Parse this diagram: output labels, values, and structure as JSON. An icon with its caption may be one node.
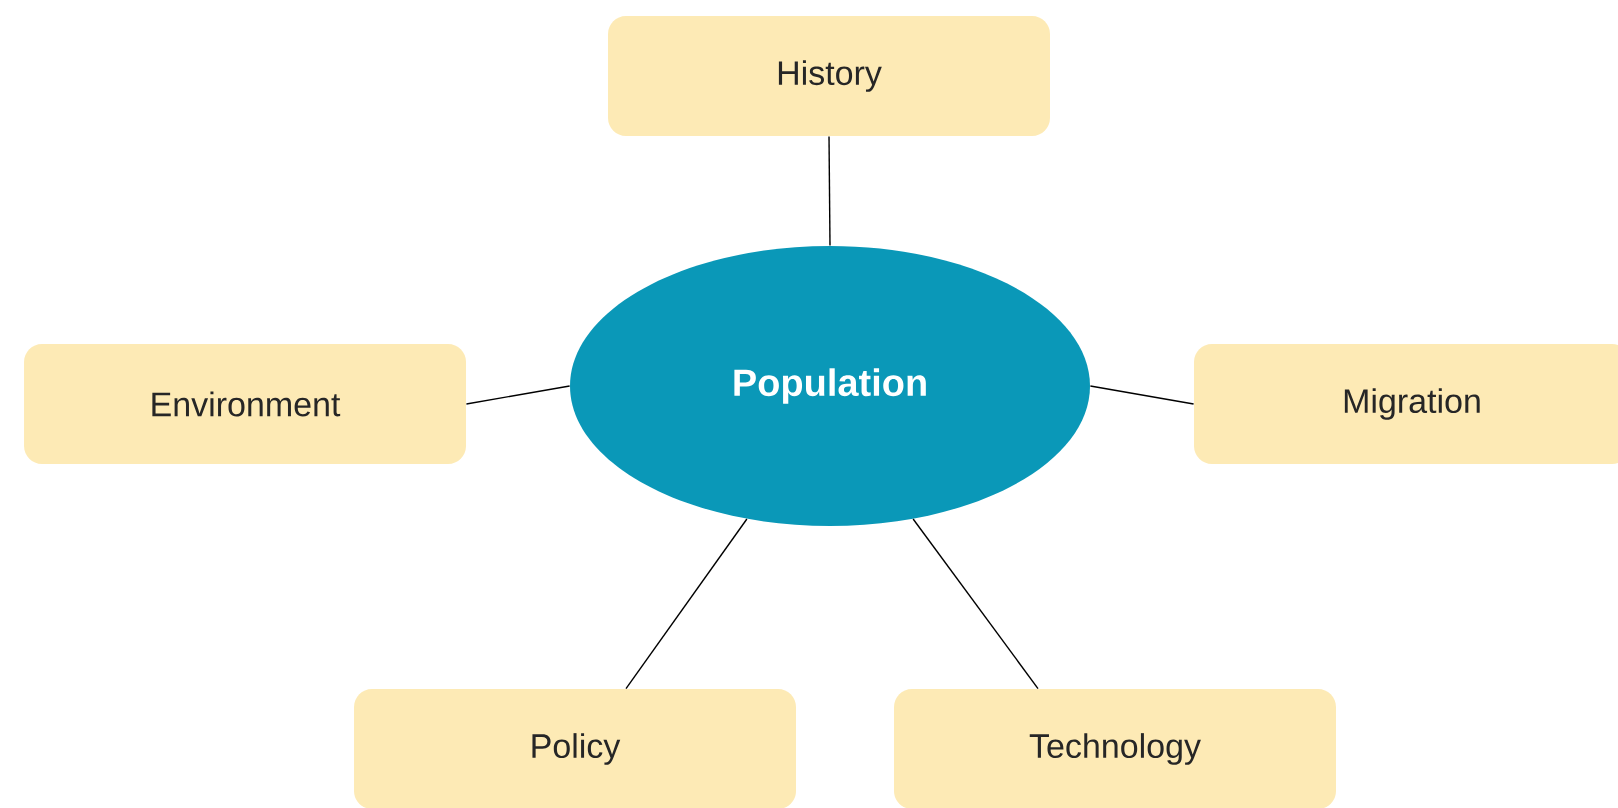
{
  "diagram": {
    "nodes": [
      {
        "text": [
          "Population"
        ]
      },
      {
        "text": [
          "History"
        ]
      },
      {
        "text": [
          "Environment"
        ]
      },
      {
        "text": [
          "Migration"
        ]
      },
      {
        "text": [
          "Policy"
        ]
      },
      {
        "text": [
          "Technology"
        ]
      }
    ],
    "edges": [
      {
        "from": 0,
        "to": 1,
        "arrow": "none"
      },
      {
        "from": 0,
        "to": 2,
        "arrow": "none"
      },
      {
        "from": 0,
        "to": 3,
        "arrow": "none"
      },
      {
        "from": 0,
        "to": 4,
        "arrow": "none"
      },
      {
        "from": 0,
        "to": 5,
        "arrow": "none"
      }
    ]
  }
}
